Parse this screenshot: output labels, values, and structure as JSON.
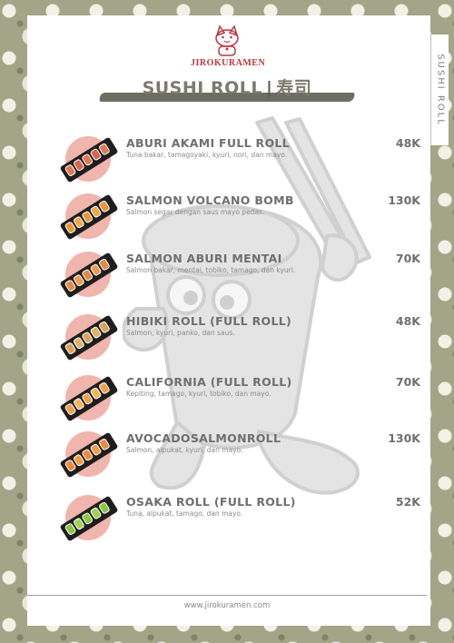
{
  "brand": "JIROKURAMEN",
  "side_tab": "SUSHI ROLL",
  "title": {
    "main": "SUSHI ROLL",
    "separator": "|",
    "japanese": "寿司"
  },
  "items": [
    {
      "name": "ABURI AKAMI FULL ROLL",
      "desc": "Tuna bakar, tamagoyaki, kyuri, nori, dan mayo.",
      "price": "48K"
    },
    {
      "name": "SALMON VOLCANO BOMB",
      "desc": "Salmon segar dengan saus mayo pedas.",
      "price": "130K"
    },
    {
      "name": "SALMON ABURI MENTAI",
      "desc": "Salmon bakar, mentai, tobiko, tamago, dan kyuri.",
      "price": "70K"
    },
    {
      "name": "HIBIKI ROLL (FULL ROLL)",
      "desc": "Salmon, kyuri, panko, dan saus.",
      "price": "48K"
    },
    {
      "name": "CALIFORNIA (FULL ROLL)",
      "desc": "Kepiting, tamago, kyuri, tobiko, dan mayo.",
      "price": "70K"
    },
    {
      "name": "AVOCADOSALMONROLL",
      "desc": "Salmon, alpukat, kyuri, dan mayo.",
      "price": "130K"
    },
    {
      "name": "OSAKA ROLL (FULL ROLL)",
      "desc": "Tuna, alpukat, tamago, dan mayo.",
      "price": "52K"
    }
  ],
  "footer": {
    "url": "www.jirokuramen.com"
  },
  "colors": {
    "accent": "#c0353a",
    "text": "#6f6f6f",
    "border": "#a2a587",
    "plate_circle": "#f0b5ad"
  },
  "icons": {
    "logo": "lucky-cat-icon",
    "mascot": "sushi-roll-mascot-icon"
  }
}
